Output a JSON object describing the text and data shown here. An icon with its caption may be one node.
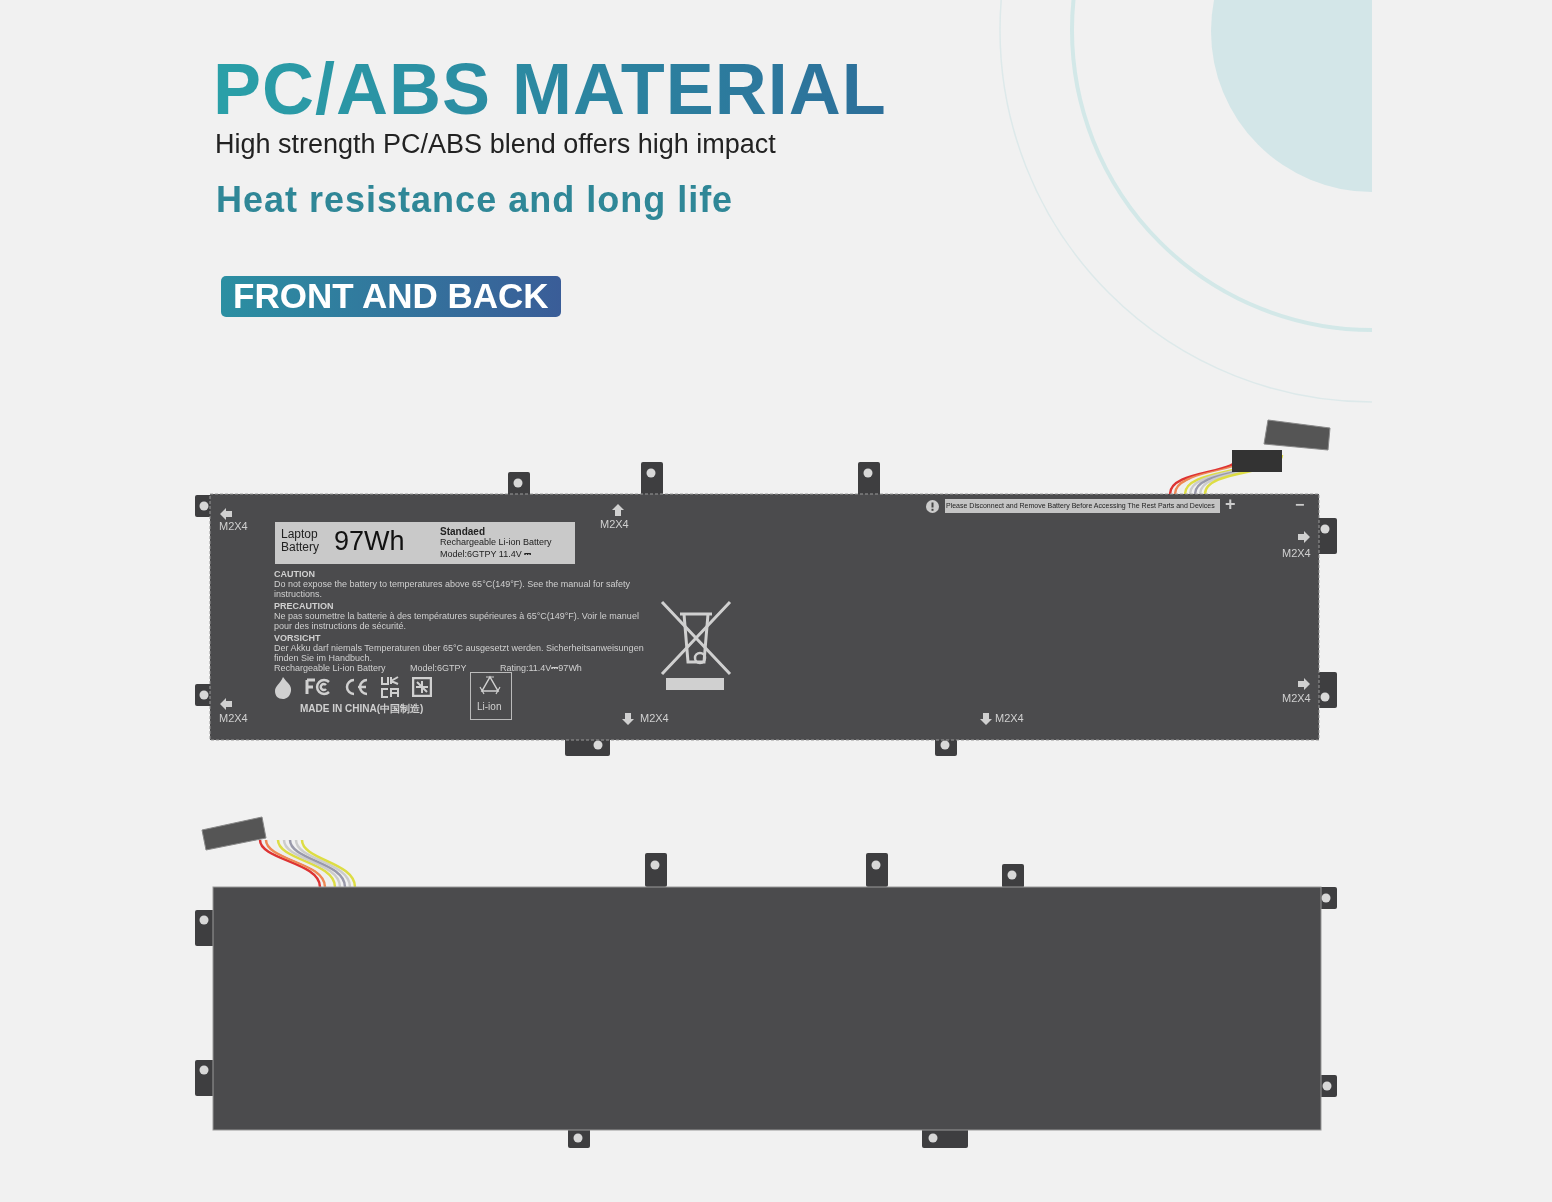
{
  "diagram": {
    "title": "PC/ABS MATERIAL",
    "labels": [
      "High strength PC/ABS blend offers high impact",
      "Heat resistance and long life",
      "FRONT AND BACK",
      "M2X4",
      "M2X4",
      "Please Disconnect and Remove Battery Before Accessing The Rest Parts and Devices",
      "+",
      "−",
      "M2X4",
      "Laptop Battery",
      "97Wh",
      "Standaed",
      "Rechargeable Li-ion Battery",
      "Model:6GTPY 11.4V ⎓",
      "CAUTION",
      "Do not expose the battery to temperatures above 65°C(149°F). See the manual for safety instructions.",
      "PRECAUTION",
      "Ne pas soumettre la batterie à des températures supérieures à 65°C(149°F). Voir le manuel pour des instructions de sécurité.",
      "VORSICHT",
      "Der Akku darf niemals Temperaturen über 65°C ausgesetzt werden. Sicherheitsanweisungen finden Sie im Handbuch.",
      "Rechargeable Li-ion Battery",
      "Model:6GTPY",
      "Rating:11.4V⎓97Wh",
      "MADE IN CHINA(中国制造)",
      "Li-ion",
      "M2X4",
      "M2X4",
      "M2X4",
      "M2X4"
    ]
  }
}
